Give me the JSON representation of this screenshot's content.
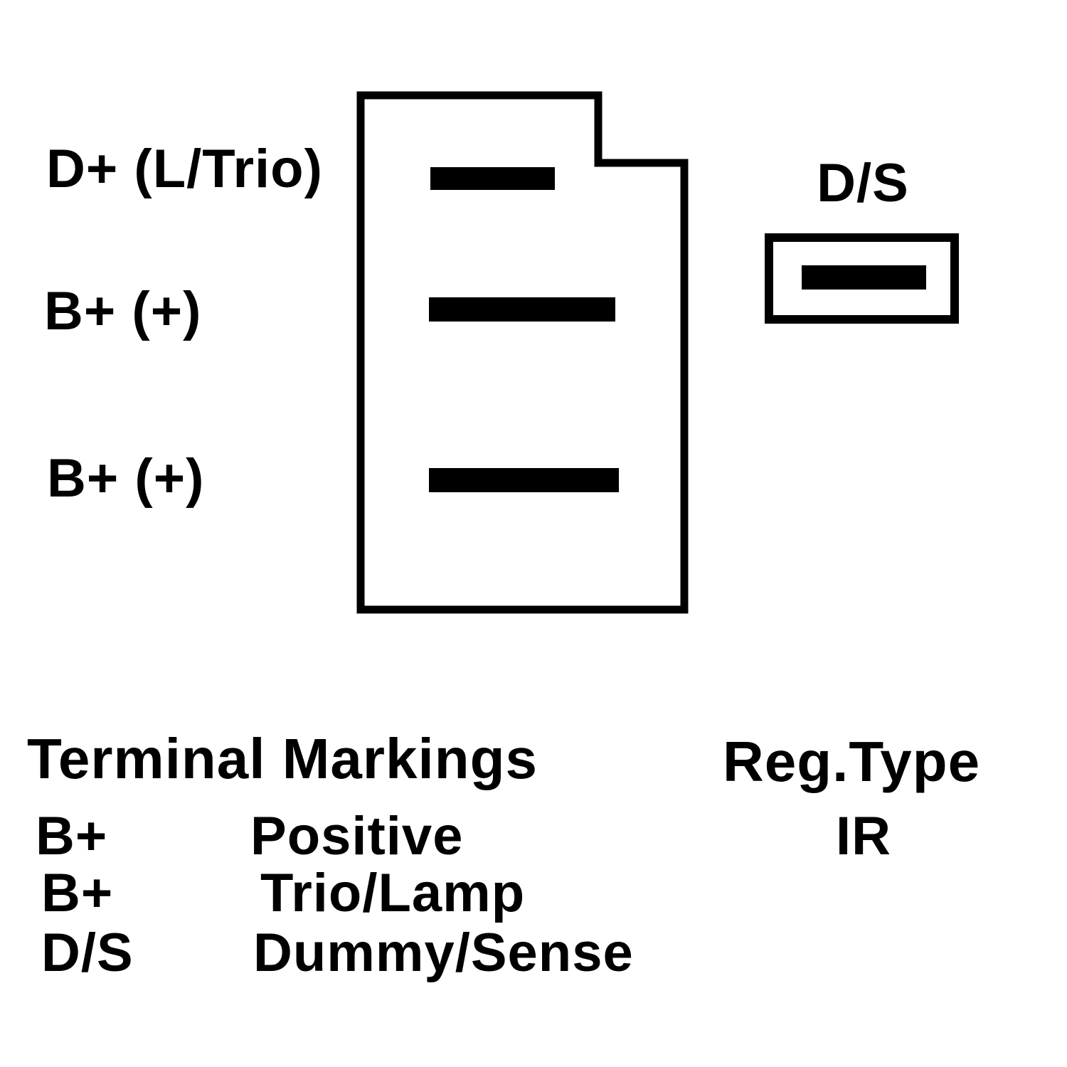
{
  "page": {
    "background_color": "#ffffff",
    "ink_color": "#000000"
  },
  "diagram": {
    "main_connector": {
      "pin_labels": [
        {
          "text": "D+ (L/Trio)"
        },
        {
          "text": "B+ (+)"
        },
        {
          "text": "B+ (+)"
        }
      ]
    },
    "secondary_connector": {
      "label": "D/S"
    }
  },
  "legend": {
    "terminal_markings": {
      "title": "Terminal Markings",
      "rows": [
        {
          "terminal": "B+",
          "description": "Positive"
        },
        {
          "terminal": "B+",
          "description": "Trio/Lamp"
        },
        {
          "terminal": "D/S",
          "description": "Dummy/Sense"
        }
      ]
    },
    "reg_type": {
      "title": "Reg.Type",
      "value": "IR"
    }
  }
}
